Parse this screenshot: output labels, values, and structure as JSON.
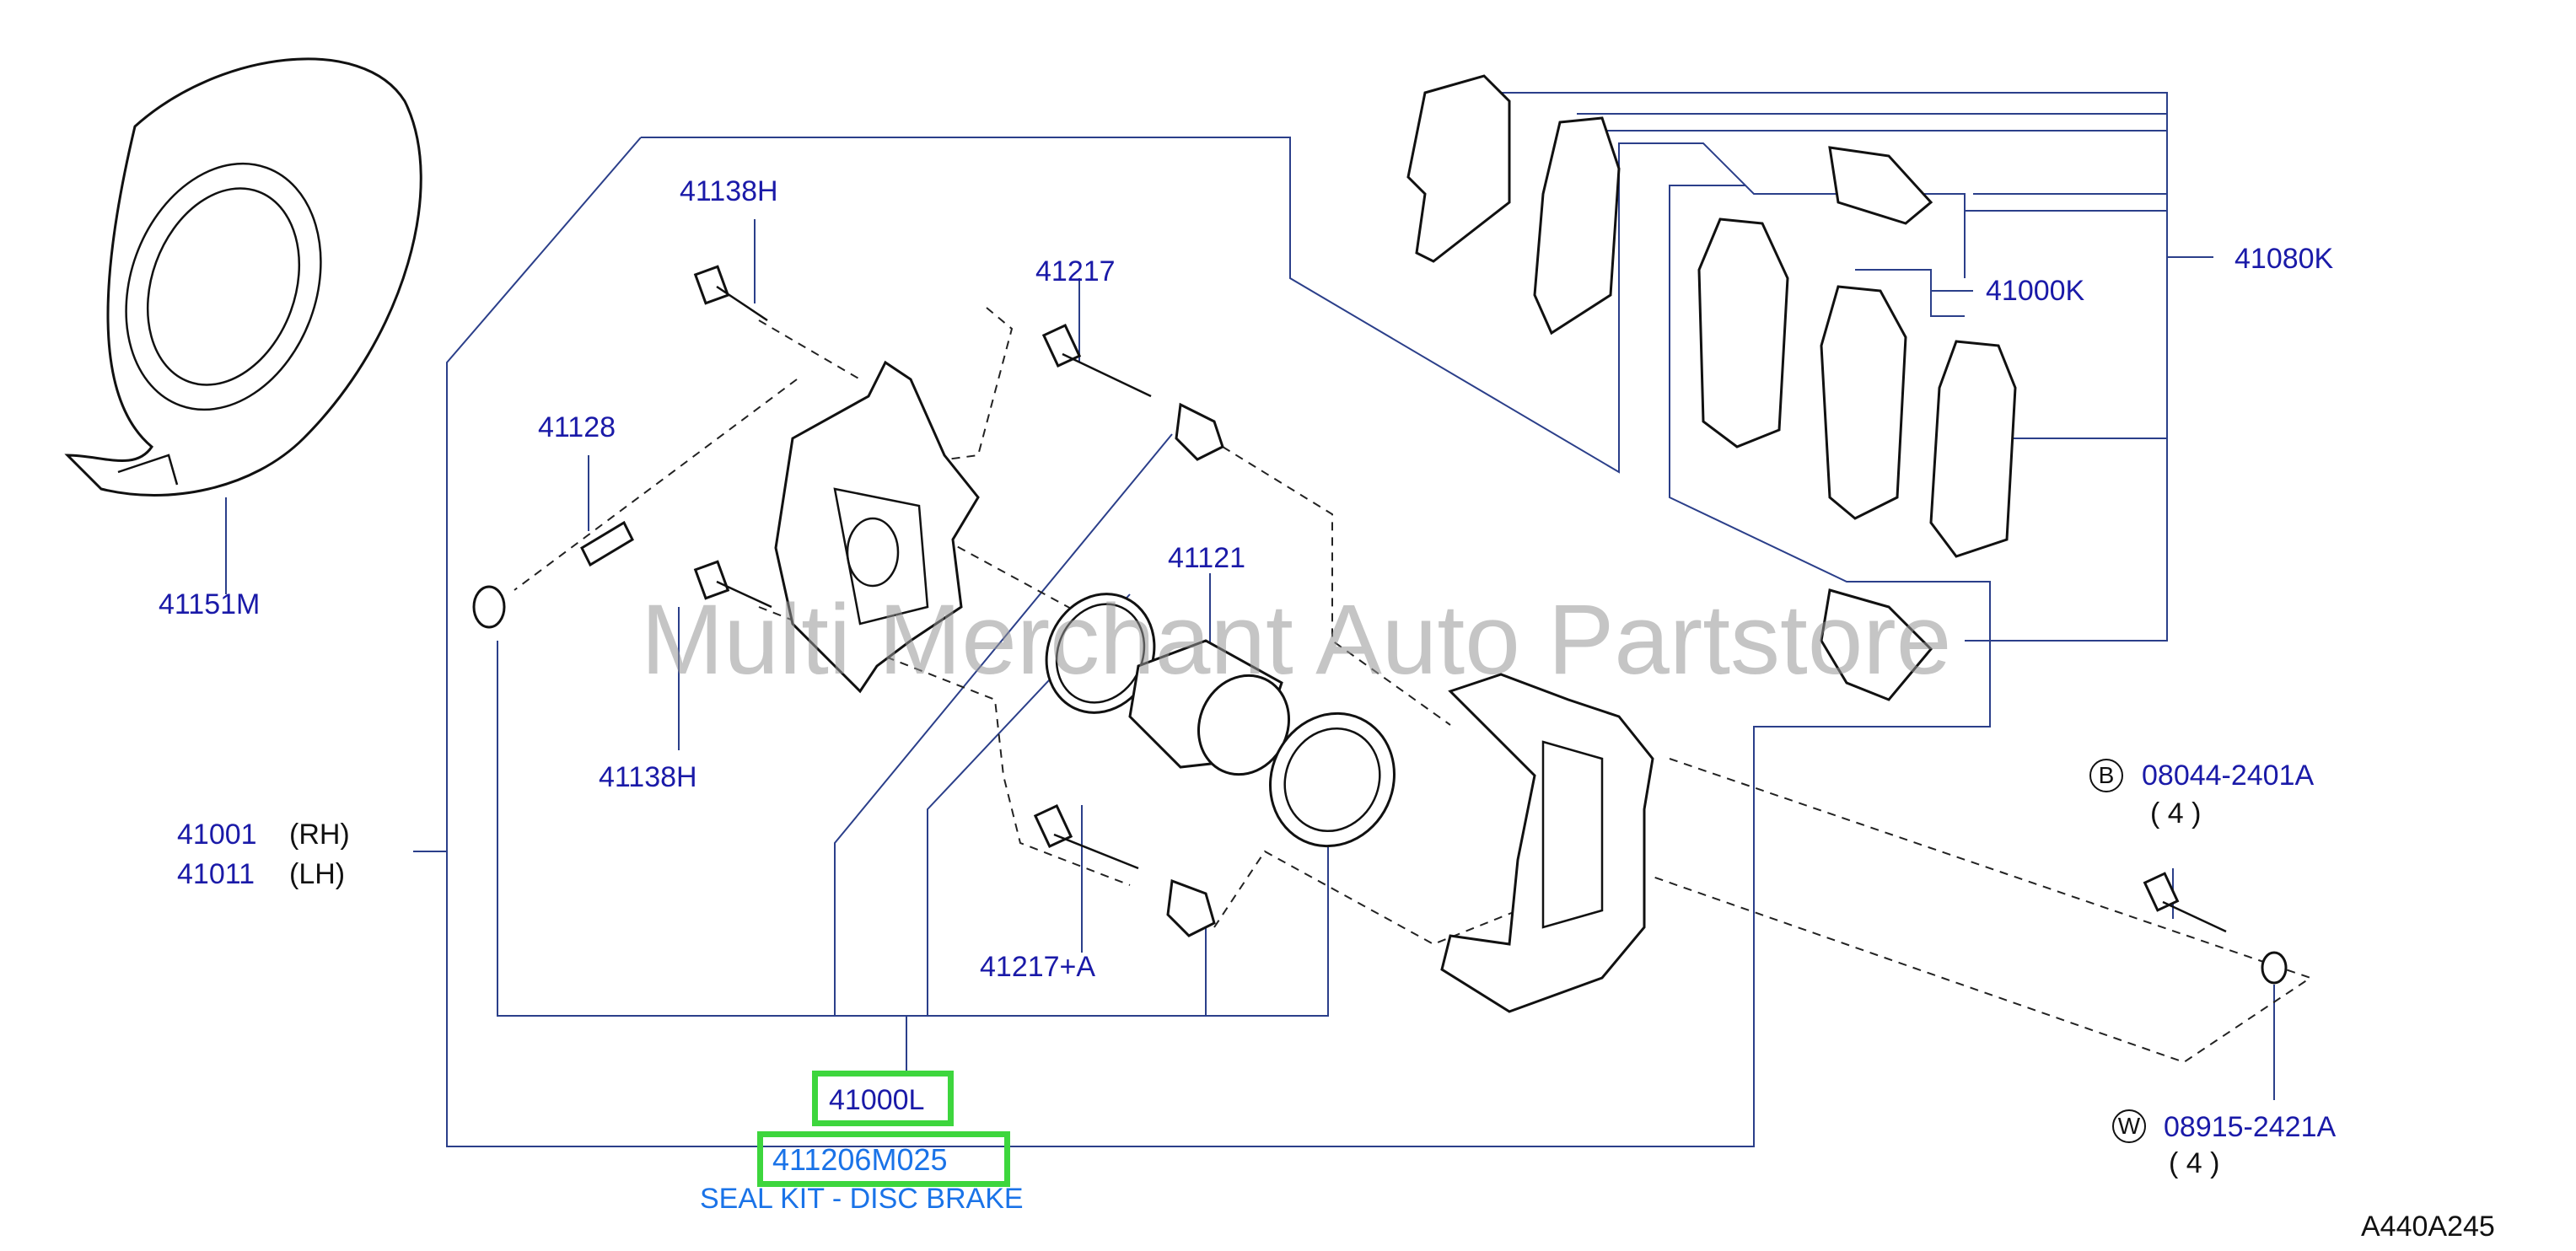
{
  "labels": {
    "p41138h_top": "41138H",
    "p41217": "41217",
    "p41128": "41128",
    "p41151m": "41151M",
    "p41121": "41121",
    "p41138h_bot": "41138H",
    "p41001": "41001",
    "rh": "(RH)",
    "p41011": "41011",
    "lh": "(LH)",
    "p41217a": "41217+A",
    "p41000l": "41000L",
    "p411206m025": "411206M025",
    "seal_kit": "SEAL KIT - DISC BRAKE",
    "p41000k": "41000K",
    "p41080k": "41080K",
    "b_letter": "B",
    "p08044": "08044-2401A",
    "qty_b": "( 4 )",
    "w_letter": "W",
    "p08915": "08915-2421A",
    "qty_w": "( 4 )",
    "diagram_code": "A440A245"
  },
  "watermark": "Multi Merchant Auto Partstore",
  "colors": {
    "part_number": "#1a1aa8",
    "highlight": "#3dd63d",
    "leader_line": "#2b3f8a",
    "link_text": "#1a73e8"
  }
}
